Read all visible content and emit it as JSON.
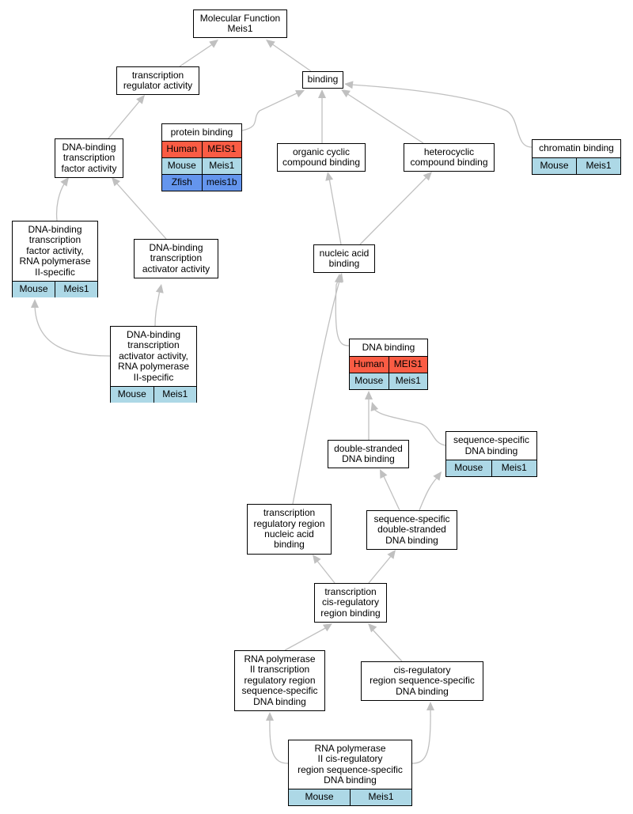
{
  "colors": {
    "human": "#fa5c44",
    "mouse": "#add8e6",
    "zfish": "#6495ed",
    "edge": "#c0c0c0"
  },
  "nodes": {
    "root": {
      "label": "Molecular Function\nMeis1"
    },
    "tra": {
      "label": "transcription\nregulator activity"
    },
    "binding": {
      "label": "binding"
    },
    "protein": {
      "label": "protein binding",
      "rows": [
        {
          "species": "Human",
          "gene": "MEIS1"
        },
        {
          "species": "Mouse",
          "gene": "Meis1"
        },
        {
          "species": "Zfish",
          "gene": "meis1b"
        }
      ]
    },
    "dbtfa": {
      "label": "DNA-binding\ntranscription\nfactor activity"
    },
    "occb": {
      "label": "organic cyclic\ncompound binding"
    },
    "hcb": {
      "label": "heterocyclic\ncompound binding"
    },
    "chromatin": {
      "label": "chromatin binding",
      "rows": [
        {
          "species": "Mouse",
          "gene": "Meis1"
        }
      ]
    },
    "dbtfa_pol2": {
      "label": "DNA-binding\ntranscription\nfactor activity,\nRNA polymerase\nII-specific",
      "rows": [
        {
          "species": "Mouse",
          "gene": "Meis1"
        }
      ]
    },
    "dbtaa": {
      "label": "DNA-binding\ntranscription\nactivator activity"
    },
    "nab": {
      "label": "nucleic acid\nbinding"
    },
    "dbtaa_pol2": {
      "label": "DNA-binding\ntranscription\nactivator activity,\nRNA polymerase\nII-specific",
      "rows": [
        {
          "species": "Mouse",
          "gene": "Meis1"
        }
      ]
    },
    "dnab": {
      "label": "DNA binding",
      "rows": [
        {
          "species": "Human",
          "gene": "MEIS1"
        },
        {
          "species": "Mouse",
          "gene": "Meis1"
        }
      ]
    },
    "dsdna": {
      "label": "double-stranded\nDNA binding"
    },
    "ssdna": {
      "label": "sequence-specific\nDNA binding",
      "rows": [
        {
          "species": "Mouse",
          "gene": "Meis1"
        }
      ]
    },
    "trrnab": {
      "label": "transcription\nregulatory region\nnucleic acid\nbinding"
    },
    "ssdsdna": {
      "label": "sequence-specific\ndouble-stranded\nDNA binding"
    },
    "tcrrb": {
      "label": "transcription\ncis-regulatory\nregion binding"
    },
    "pol2trr": {
      "label": "RNA polymerase\nII transcription\nregulatory region\nsequence-specific\nDNA binding"
    },
    "crss": {
      "label": "cis-regulatory\nregion sequence-specific\nDNA binding"
    },
    "pol2crr": {
      "label": "RNA polymerase\nII cis-regulatory\nregion sequence-specific\nDNA binding",
      "rows": [
        {
          "species": "Mouse",
          "gene": "Meis1"
        }
      ]
    }
  }
}
